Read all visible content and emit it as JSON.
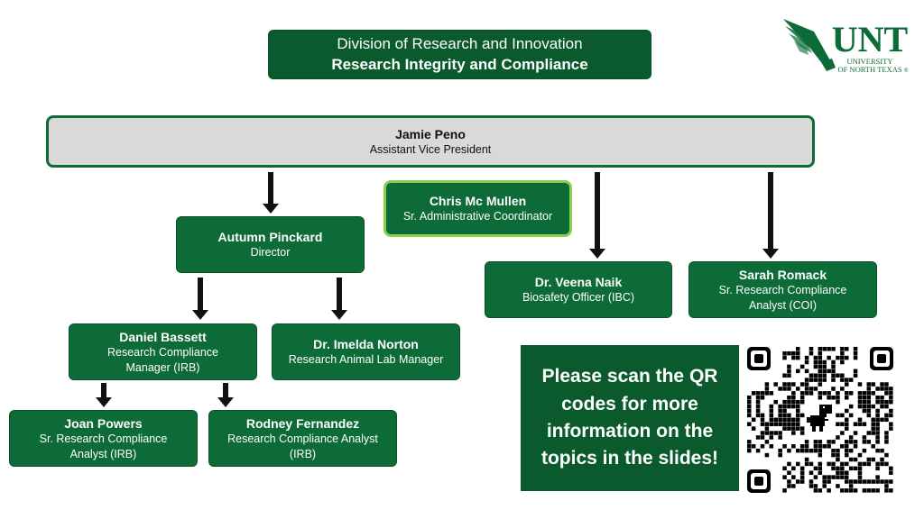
{
  "header": {
    "line1": "Division of Research and Innovation",
    "line2": "Research Integrity and Compliance"
  },
  "logo": {
    "wordmark": "UNT",
    "line1": "UNIVERSITY",
    "line2": "OF NORTH TEXAS",
    "trademark": "®",
    "color": "#0d6b37"
  },
  "nodes": {
    "peno": {
      "name": "Jamie Peno",
      "title": "Assistant Vice President"
    },
    "mullen": {
      "name": "Chris Mc Mullen",
      "title": "Sr. Administrative Coordinator"
    },
    "pinckard": {
      "name": "Autumn Pinckard",
      "title": "Director"
    },
    "naik": {
      "name": "Dr. Veena Naik",
      "title": "Biosafety Officer (IBC)"
    },
    "romack": {
      "name": "Sarah Romack",
      "title1": "Sr. Research Compliance",
      "title2": "Analyst (COI)"
    },
    "bassett": {
      "name": "Daniel Bassett",
      "title1": "Research Compliance",
      "title2": "Manager (IRB)"
    },
    "norton": {
      "name": "Dr. Imelda Norton",
      "title": "Research Animal Lab Manager"
    },
    "powers": {
      "name": "Joan Powers",
      "title1": "Sr. Research Compliance",
      "title2": "Analyst (IRB)"
    },
    "fernandez": {
      "name": "Rodney Fernandez",
      "title1": "Research Compliance Analyst",
      "title2": "(IRB)"
    }
  },
  "qr": {
    "message_lines": [
      "Please scan the QR",
      "codes for more",
      "information on the",
      "topics in the slides!"
    ],
    "icon": "dinosaur-icon"
  },
  "colors": {
    "dark_green": "#0b5a2d",
    "box_green": "#0d6b37",
    "highlight": "#8ccf4c",
    "top_fill": "#d9d9d9"
  }
}
